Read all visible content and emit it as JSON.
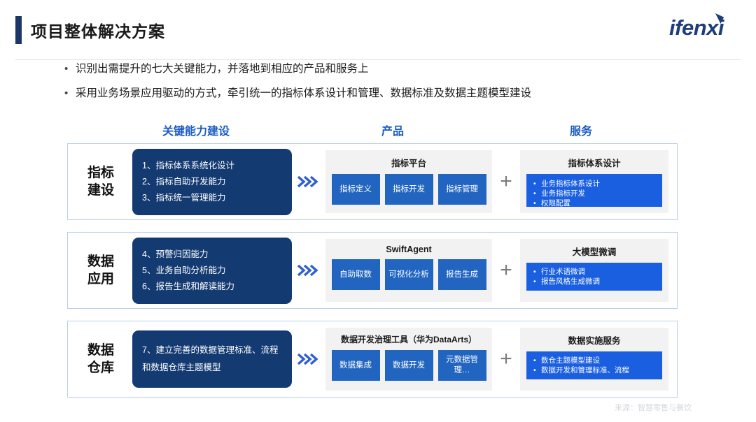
{
  "header": {
    "title": "项目整体解决方案",
    "logo_text": "ifenxi",
    "accent_color": "#1b3768",
    "logo_color": "#1d3d7c"
  },
  "bullets": [
    {
      "marker": "•",
      "text": "识别出需提升的七大关键能力，并落地到相应的产品和服务上"
    },
    {
      "marker": "•",
      "text": "采用业务场景应用驱动的方式，牵引统一的指标体系设计和管理、数据标准及数据主题模型建设"
    }
  ],
  "columns": [
    {
      "label": "关键能力建设"
    },
    {
      "label": "产品"
    },
    {
      "label": "服务"
    }
  ],
  "rows": [
    {
      "label_line1": "指标",
      "label_line2": "建设",
      "capabilities": [
        "1、指标体系系统化设计",
        "2、指标自助开发能力",
        "3、指标统一管理能力"
      ],
      "arrow": "chevrons",
      "product": {
        "title": "指标平台",
        "chips": [
          "指标定义",
          "指标开发",
          "指标管理"
        ]
      },
      "connector": "+",
      "service": {
        "title": "指标体系设计",
        "items": [
          "业务指标体系设计",
          "业务指标开发",
          "权限配置"
        ]
      }
    },
    {
      "label_line1": "数据",
      "label_line2": "应用",
      "capabilities": [
        "4、预警归因能力",
        "5、业务自助分析能力",
        "6、报告生成和解读能力"
      ],
      "arrow": "chevrons",
      "product": {
        "title": "SwiftAgent",
        "chips": [
          "自助取数",
          "可视化分析",
          "报告生成"
        ]
      },
      "connector": "+",
      "service": {
        "title": "大模型微调",
        "items": [
          "行业术语微调",
          "报告风格生成微调"
        ]
      }
    },
    {
      "label_line1": "数据",
      "label_line2": "仓库",
      "capability_paragraph": "7、建立完善的数据管理标准、流程和数据仓库主题模型",
      "arrow": "chevrons",
      "product": {
        "title": "数据开发治理工具（华为DataArts）",
        "chips": [
          "数据集成",
          "数据开发",
          "元数据管理…"
        ]
      },
      "connector": "+",
      "service": {
        "title": "数据实施服务",
        "items": [
          "数仓主题模型建设",
          "数据开发和管理标准、流程"
        ]
      }
    }
  ],
  "footer": {
    "source": "来源：智慧零售与餐饮"
  },
  "colors": {
    "capability_box": "#143a72",
    "chip_blue": "#2165c0",
    "service_blue": "#1a5fe0",
    "panel_gray": "#f2f2f2",
    "header_blue": "#1b5cc4",
    "chevron_blue": "#2f5fd0"
  }
}
